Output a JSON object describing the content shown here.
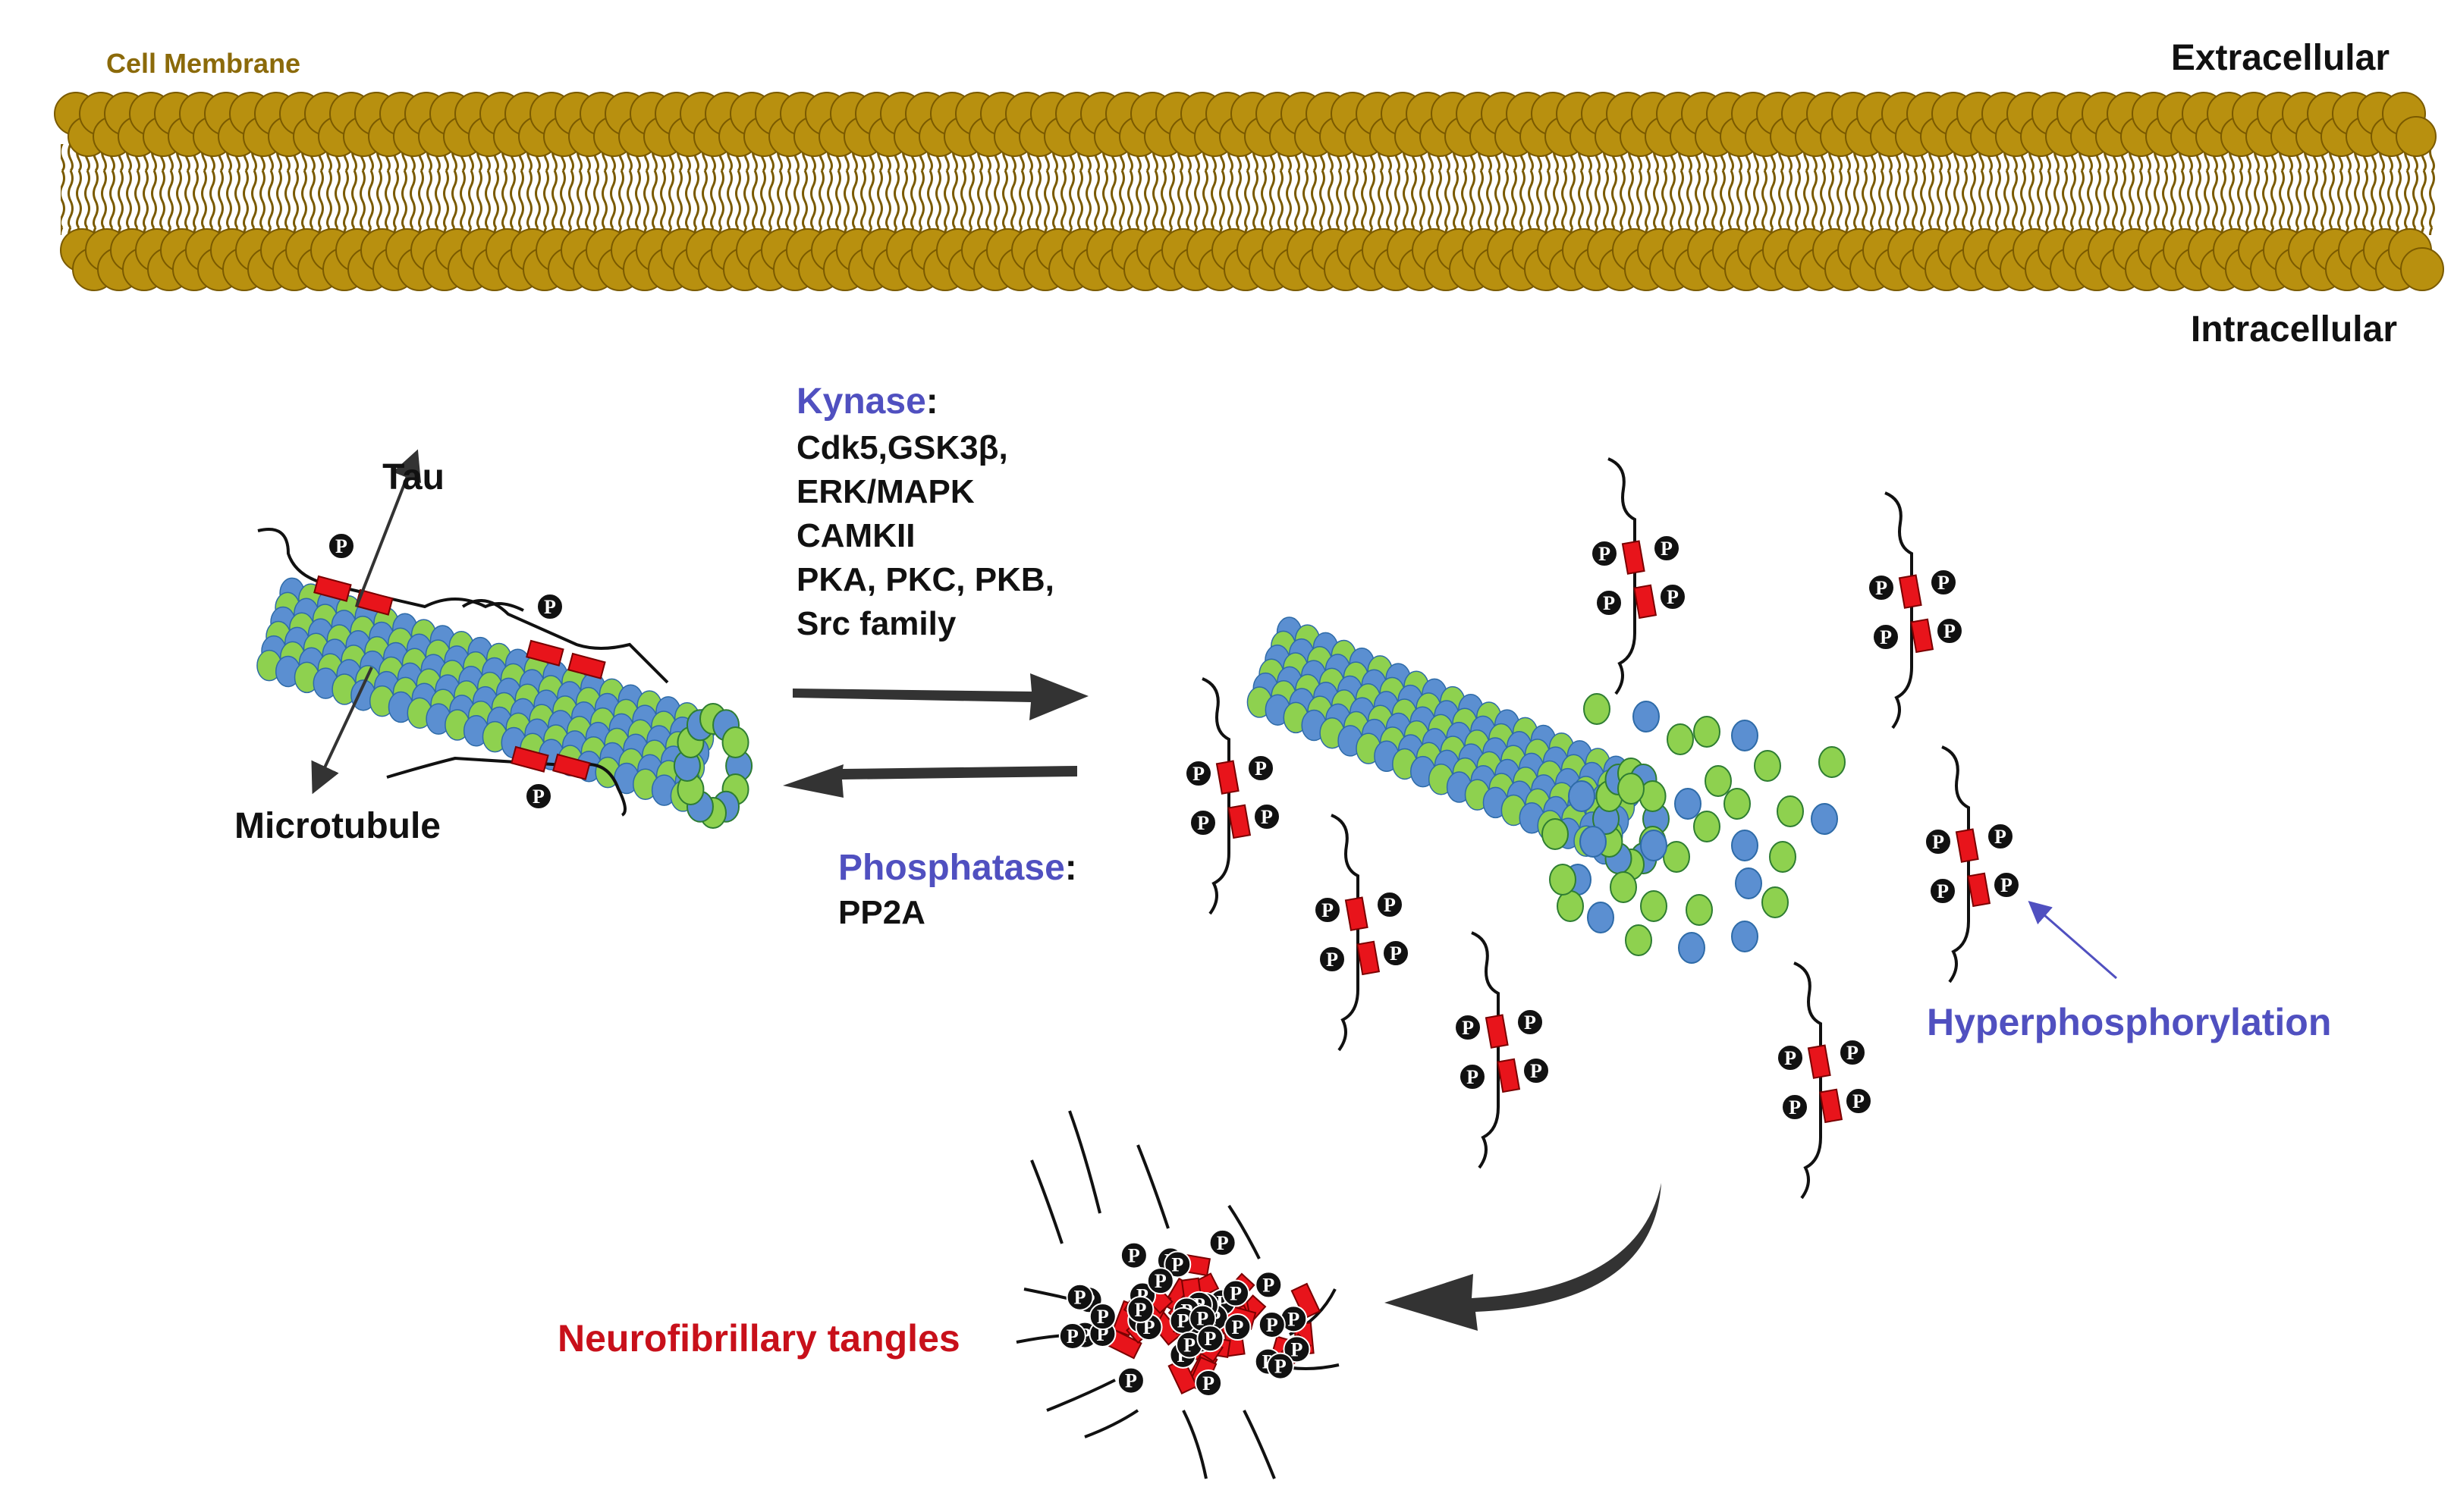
{
  "membrane": {
    "title": "Cell Membrane",
    "extracellular": "Extracellular",
    "intracellular": "Intracellular"
  },
  "labels": {
    "tau": "Tau",
    "microtubule": "Microtubule",
    "hyperphosphorylation": "Hyperphosphorylation",
    "neurofibrillary_tangles": "Neurofibrillary tangles",
    "phospho_symbol": "P"
  },
  "kinase": {
    "heading": "Kynase",
    "colon": ":",
    "items": [
      "Cdk5,GSK3β,",
      "ERK/MAPK",
      "CAMKII",
      "PKA, PKC, PKB,",
      "Src family"
    ]
  },
  "phosphatase": {
    "heading": "Phosphatase",
    "colon": ":",
    "items": [
      "PP2A"
    ]
  },
  "colors": {
    "membrane_head": "#B8900F",
    "membrane_edge": "#7A5A00",
    "membrane_title": "#8B6A0A",
    "tubulin_green": "#8ED14F",
    "tubulin_blue": "#5B8FD1",
    "tau_box": "#E8141B",
    "enzyme_heading": "#5050C0",
    "tangles_text": "#C8101A",
    "arrow": "#333333",
    "ink": "#111111"
  }
}
